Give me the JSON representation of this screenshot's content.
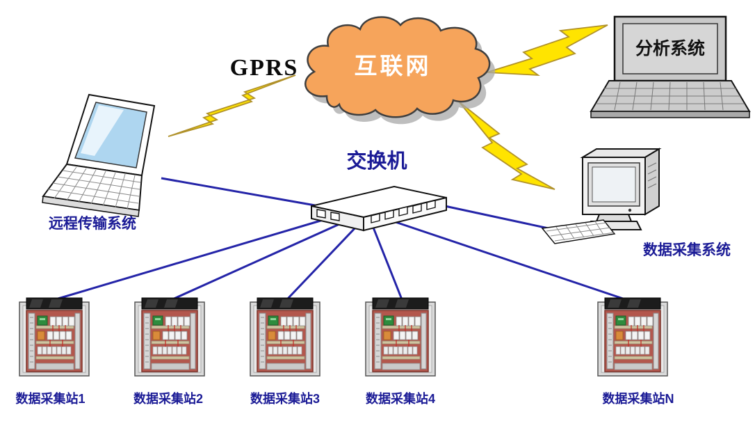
{
  "diagram": {
    "labels": {
      "gprs": "GPRS",
      "internet": "互联网",
      "analysis_system": "分析系统",
      "remote_transmission_system": "远程传输系统",
      "switch": "交换机",
      "data_acquisition_system": "数据采集系统"
    },
    "stations": [
      "数据采集站1",
      "数据采集站2",
      "数据采集站3",
      "数据采集站4",
      "数据采集站N"
    ],
    "colors": {
      "cloud_fill": "#F6A45B",
      "cloud_outline": "#3f3f3f",
      "label_blue": "#1b1b96",
      "connection_line": "#2424a8",
      "lightning_fill": "#FFE400",
      "lightning_outline": "#b0912a",
      "cabinet_panel": "#b3574d"
    }
  }
}
